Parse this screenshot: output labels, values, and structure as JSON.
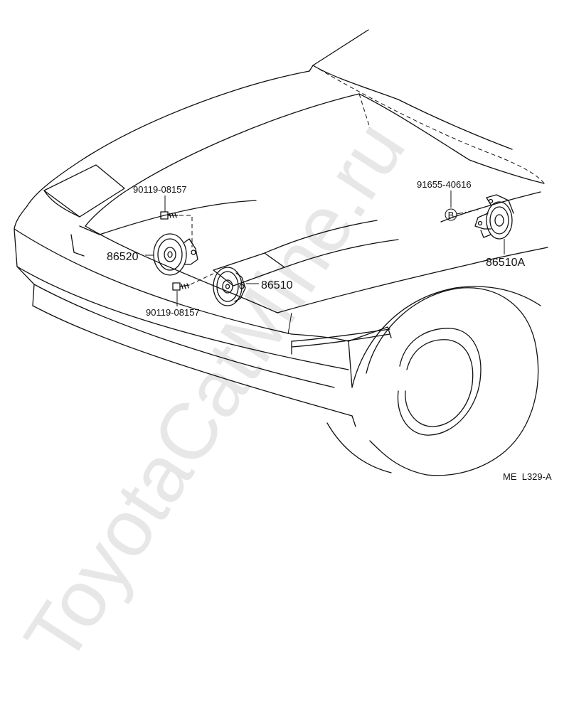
{
  "parts": {
    "p1": "90119-08157",
    "p2": "86520",
    "p3": "90119-08157",
    "p4": "86510",
    "p5": "91655-40616",
    "p6": "B",
    "p7": "86510A"
  },
  "diagram_code": "ME  L329-A",
  "watermark": "ToyotaCatMine.ru"
}
